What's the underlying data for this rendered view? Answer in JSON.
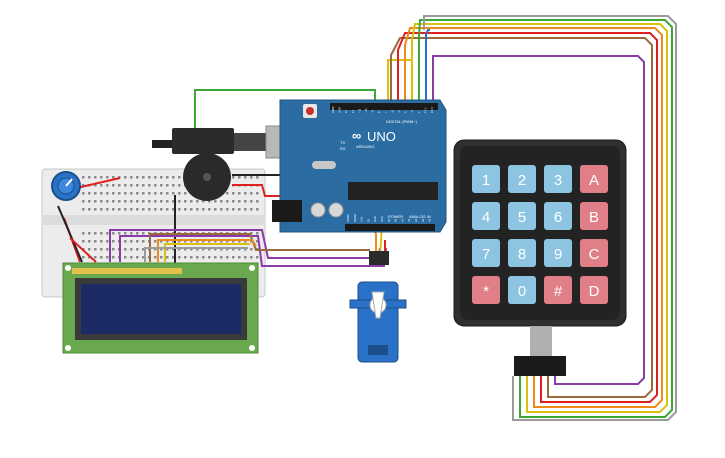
{
  "arduino": {
    "brand": "ARDUINO",
    "model": "UNO",
    "digital_label": "DIGITAL (PWM~)",
    "power_label": "POWER",
    "analog_label": "ANALOG IN",
    "tx_label": "TX",
    "rx_label": "RX",
    "pin_labels_top": [
      "AREF",
      "GND",
      "13",
      "12",
      "~11",
      "~10",
      "~9",
      "8",
      "7",
      "~6",
      "~5",
      "4",
      "~3",
      "2",
      "TX 1",
      "RX 0"
    ],
    "pin_labels_bottom": [
      "IOREF",
      "RESET",
      "3.3V",
      "5V",
      "GND",
      "GND",
      "Vin",
      "A0",
      "A1",
      "A2",
      "A3",
      "A4",
      "A5"
    ]
  },
  "keypad": {
    "keys": [
      {
        "label": "1",
        "type": "num"
      },
      {
        "label": "2",
        "type": "num"
      },
      {
        "label": "3",
        "type": "num"
      },
      {
        "label": "A",
        "type": "letter"
      },
      {
        "label": "4",
        "type": "num"
      },
      {
        "label": "5",
        "type": "num"
      },
      {
        "label": "6",
        "type": "num"
      },
      {
        "label": "B",
        "type": "letter"
      },
      {
        "label": "7",
        "type": "num"
      },
      {
        "label": "8",
        "type": "num"
      },
      {
        "label": "9",
        "type": "num"
      },
      {
        "label": "C",
        "type": "letter"
      },
      {
        "label": "*",
        "type": "letter"
      },
      {
        "label": "0",
        "type": "num"
      },
      {
        "label": "#",
        "type": "letter"
      },
      {
        "label": "D",
        "type": "letter"
      }
    ]
  },
  "colors": {
    "board": "#2b6ca3",
    "key_num": "#8cc4e2",
    "key_letter": "#e07f88",
    "lcd_pcb": "#6aa84f",
    "lcd_screen": "#1c2a66",
    "wire_green": "#3aa935",
    "wire_red": "#e02020",
    "wire_yellow": "#d8c20c",
    "wire_orange": "#ee8a1a",
    "wire_purple": "#8a3aa9",
    "wire_brown": "#9a6a3a",
    "wire_black": "#222222",
    "wire_gray": "#9a9a9a"
  }
}
